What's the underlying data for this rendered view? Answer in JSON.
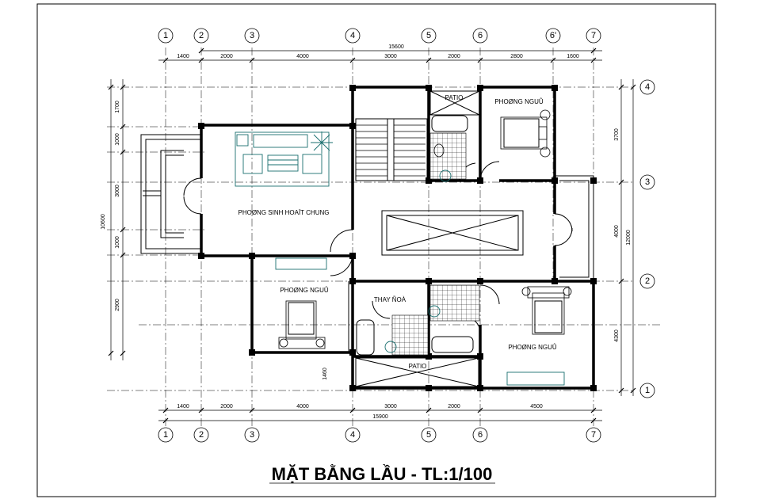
{
  "title": "MẶT BẰNG LẦU - TL:1/100",
  "grid_axes_top": [
    "1",
    "2",
    "3",
    "4",
    "5",
    "6",
    "6'",
    "7"
  ],
  "grid_axes_bottom": [
    "1",
    "2",
    "3",
    "4",
    "5",
    "6",
    "7"
  ],
  "grid_axes_right": [
    "4",
    "3",
    "2",
    "1"
  ],
  "dimensions": {
    "top_overall": "15600",
    "top_segments": [
      "1400",
      "2000",
      "4000",
      "3000",
      "2000",
      "2800",
      "1600"
    ],
    "bottom_overall": "15900",
    "bottom_segments": [
      "1400",
      "2000",
      "4000",
      "3000",
      "2000",
      "4500"
    ],
    "left_overall": "10600",
    "left_segments": [
      "1700",
      "1000",
      "3000",
      "1000",
      "2900"
    ],
    "right_overall": "12000",
    "right_segments": [
      "3700",
      "4000",
      "4300"
    ],
    "small_note": "1460"
  },
  "rooms": {
    "living": "PHOØNG SINH HOAÏT CHUNG",
    "bed_top_right": "PHOØNG NGUÛ",
    "bed_left": "PHOØNG NGUÛ",
    "bed_bottom_right": "PHOØNG NGUÛ",
    "patio_top": "PATIO",
    "patio_bottom": "PATIO",
    "dressing": "THAY ÑOÀ"
  }
}
